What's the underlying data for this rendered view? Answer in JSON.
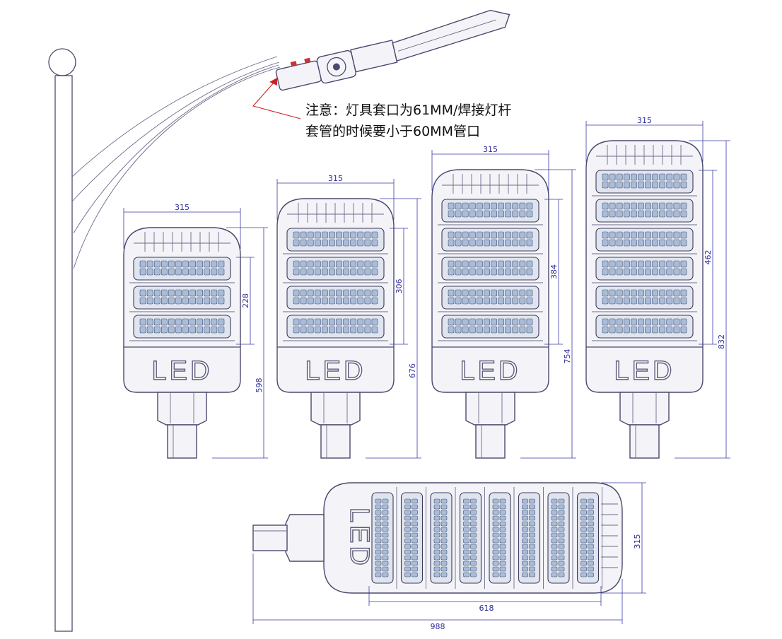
{
  "note": {
    "line1": "注意：灯具套口为61MM/焊接灯杆",
    "line2": "套管的时候要小于60MM管口"
  },
  "lamps": [
    {
      "modules": 3,
      "width_label": "315",
      "led_height_label": "228",
      "total_height_label": "598",
      "led_text": "LED"
    },
    {
      "modules": 4,
      "width_label": "315",
      "led_height_label": "306",
      "total_height_label": "676",
      "led_text": "LED"
    },
    {
      "modules": 5,
      "width_label": "315",
      "led_height_label": "384",
      "total_height_label": "754",
      "led_text": "LED"
    },
    {
      "modules": 6,
      "width_label": "315",
      "led_height_label": "462",
      "total_height_label": "832",
      "led_text": "LED"
    }
  ],
  "side_view": {
    "modules": 8,
    "led_text": "LED",
    "width_label": "315",
    "led_length_label": "618",
    "total_length_label": "988"
  },
  "colors": {
    "dimension": "#2e2e9a",
    "outline": "#4a4a6e",
    "note_arrow": "#cc2222"
  }
}
